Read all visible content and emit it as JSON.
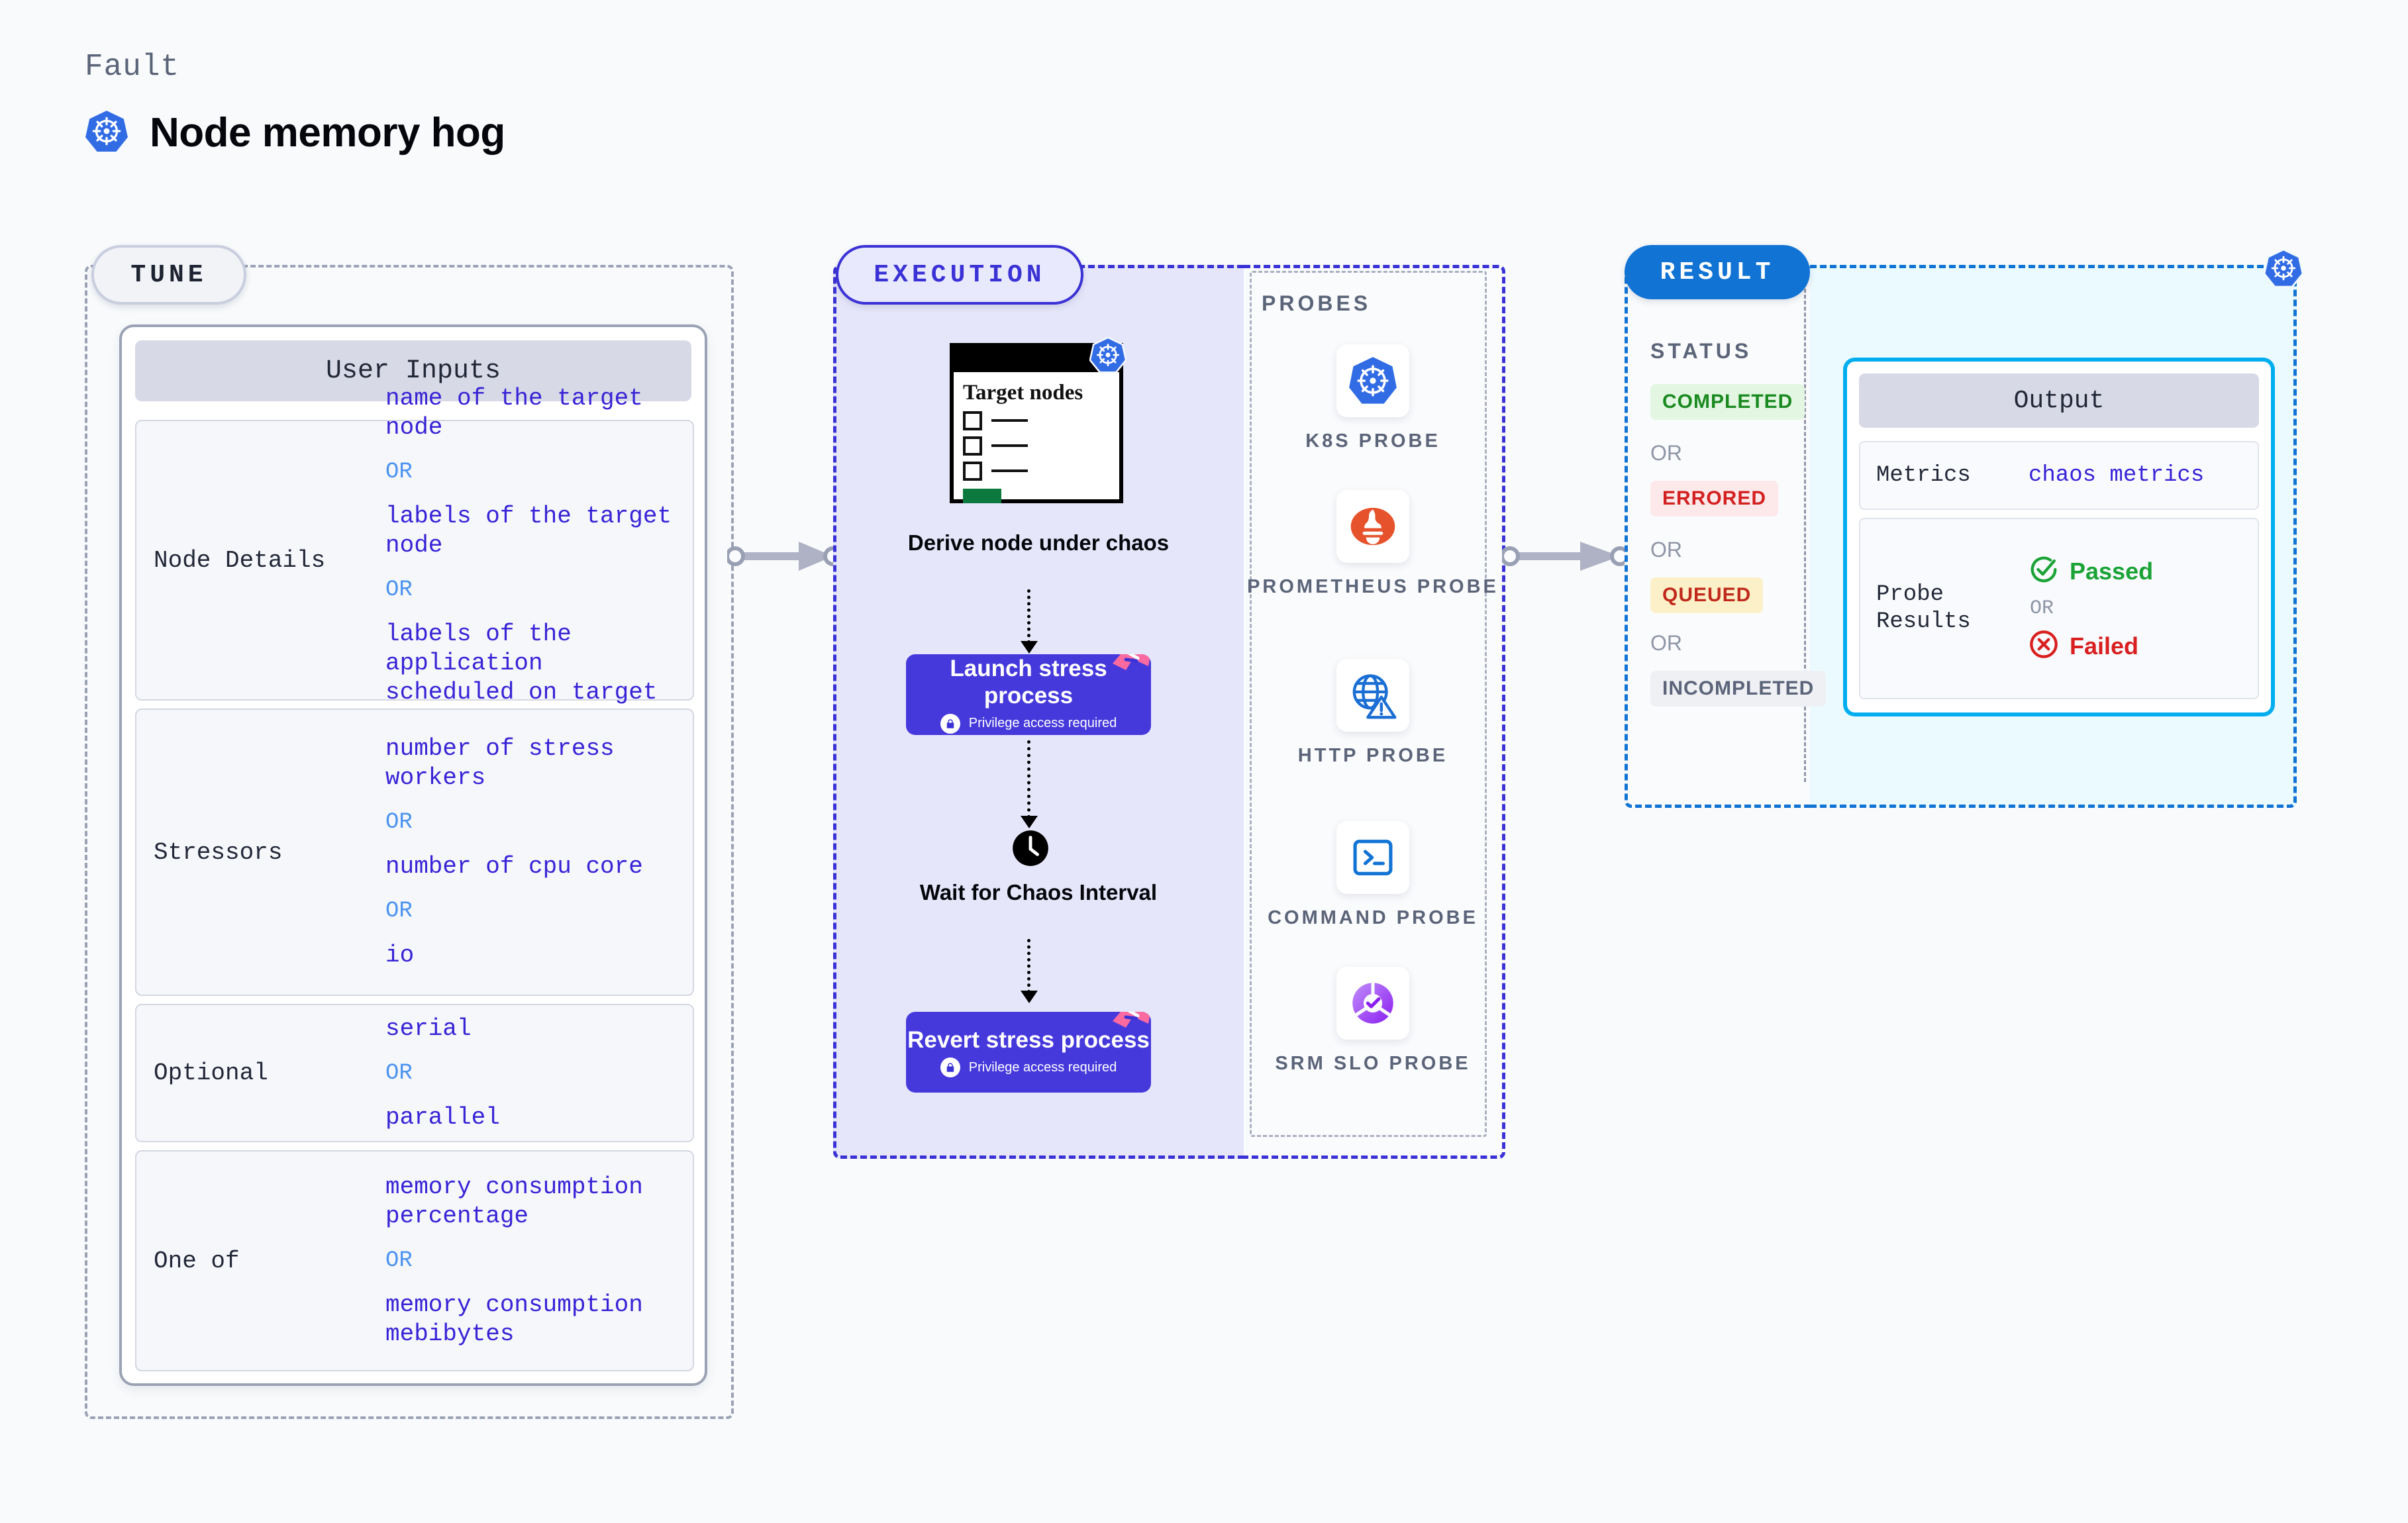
{
  "header": {
    "fault_label": "Fault",
    "title": "Node memory hog",
    "icon": "kubernetes-icon"
  },
  "tune": {
    "tag": "TUNE",
    "card_title": "User Inputs",
    "groups": [
      {
        "label": "Node Details",
        "items": [
          {
            "type": "value",
            "text": "name of the target node"
          },
          {
            "type": "or",
            "text": "OR"
          },
          {
            "type": "value",
            "text": "labels of the target node"
          },
          {
            "type": "or",
            "text": "OR"
          },
          {
            "type": "value",
            "text": "labels of the application scheduled on target node"
          }
        ]
      },
      {
        "label": "Stressors",
        "items": [
          {
            "type": "value",
            "text": "number of stress workers"
          },
          {
            "type": "or",
            "text": "OR"
          },
          {
            "type": "value",
            "text": "number of cpu core"
          },
          {
            "type": "or",
            "text": "OR"
          },
          {
            "type": "value",
            "text": "io"
          }
        ]
      },
      {
        "label": "Optional",
        "items": [
          {
            "type": "value",
            "text": "serial"
          },
          {
            "type": "or",
            "text": "OR"
          },
          {
            "type": "value",
            "text": "parallel"
          }
        ]
      },
      {
        "label": "One of",
        "items": [
          {
            "type": "value",
            "text": "memory consumption percentage"
          },
          {
            "type": "or",
            "text": "OR"
          },
          {
            "type": "value",
            "text": "memory consumption mebibytes"
          }
        ]
      }
    ]
  },
  "execution": {
    "tag": "EXECUTION",
    "steps": [
      {
        "id": "derive-node",
        "caption": "Derive node under chaos",
        "card": {
          "title": "Target nodes",
          "checkbox_count": 3,
          "k8s_icon": "kubernetes-icon"
        }
      },
      {
        "id": "launch-stress",
        "title": "Launch stress process",
        "privilege_note": "Privilege access required",
        "lock_icon": "lock-icon",
        "ribbon_icon": "harness-ribbon-icon"
      },
      {
        "id": "wait-interval",
        "caption": "Wait for Chaos Interval",
        "icon": "clock-icon"
      },
      {
        "id": "revert-stress",
        "title": "Revert stress process",
        "privilege_note": "Privilege access required",
        "lock_icon": "lock-icon",
        "ribbon_icon": "harness-ribbon-icon"
      }
    ]
  },
  "probes": {
    "title": "PROBES",
    "items": [
      {
        "label": "K8S PROBE",
        "icon": "kubernetes-icon"
      },
      {
        "label": "PROMETHEUS PROBE",
        "icon": "prometheus-icon"
      },
      {
        "label": "HTTP PROBE",
        "icon": "globe-warning-icon"
      },
      {
        "label": "COMMAND PROBE",
        "icon": "terminal-icon"
      },
      {
        "label": "SRM SLO PROBE",
        "icon": "srm-slo-icon"
      }
    ]
  },
  "result": {
    "tag": "RESULT",
    "status_title": "STATUS",
    "k8s_corner_icon": "kubernetes-icon",
    "statuses": [
      {
        "label": "COMPLETED",
        "bg": "#e3f6e2",
        "fg": "#1a8a20"
      },
      {
        "label": "OR",
        "type": "or"
      },
      {
        "label": "ERRORED",
        "bg": "#fde9e9",
        "fg": "#d32020"
      },
      {
        "label": "OR",
        "type": "or"
      },
      {
        "label": "QUEUED",
        "bg": "#fcf0c8",
        "fg": "#c02a1c"
      },
      {
        "label": "OR",
        "type": "or"
      },
      {
        "label": "INCOMPLETED",
        "bg": "#eef0f4",
        "fg": "#5b6478"
      }
    ],
    "output": {
      "header": "Output",
      "metrics_label": "Metrics",
      "metrics_value": "chaos metrics",
      "probe_results_label": "Probe Results",
      "passed_label": "Passed",
      "passed_icon": "check-circle-icon",
      "or_label": "OR",
      "failed_label": "Failed",
      "failed_icon": "x-circle-icon"
    }
  },
  "connectors": [
    {
      "id": "tune-to-execution",
      "icon": "arrow-right-icon"
    },
    {
      "id": "execution-to-result",
      "icon": "arrow-right-icon"
    }
  ],
  "colors": {
    "primary_purple": "#4639dc",
    "tune_border": "#9aa2b4",
    "exec_border": "#3b32d6",
    "result_border": "#1173d4",
    "output_border": "#00aeef",
    "value_text": "#3823d6",
    "or_text": "#4d94f0",
    "k8s_blue": "#326ce5"
  }
}
